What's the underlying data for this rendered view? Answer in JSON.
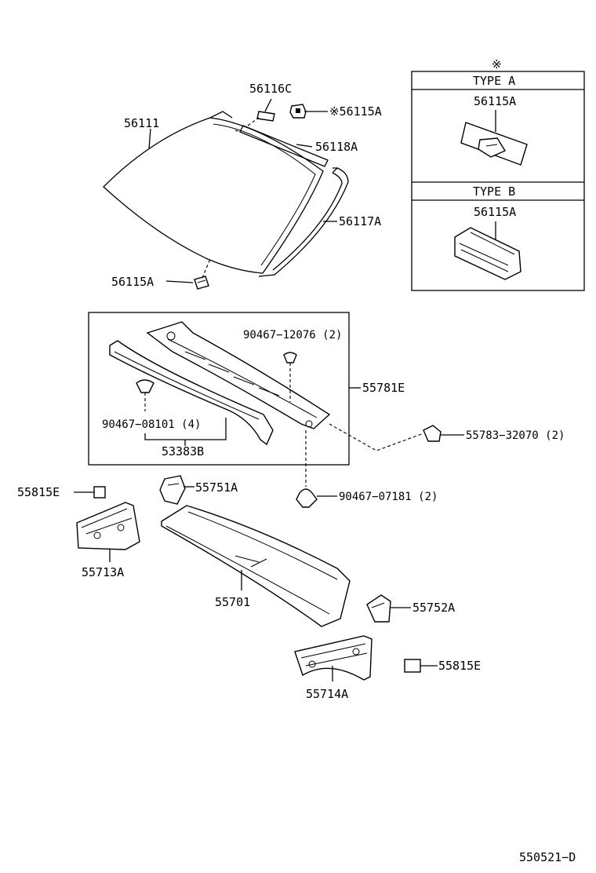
{
  "diagram": {
    "labels": {
      "p56116C": "56116C",
      "p56115A_top": "※56115A",
      "p56111": "56111",
      "p56118A": "56118A",
      "p56117A": "56117A",
      "p56115A_bottom": "56115A",
      "p90467_12076": "90467−12076 (2)",
      "p55781E": "55781E",
      "p90467_08101": "90467−08101 (4)",
      "p53383B": "53383B",
      "p55783_32070": "55783−32070 (2)",
      "p55815E_left": "55815E",
      "p55751A": "55751A",
      "p90467_07181": "90467−07181 (2)",
      "p55713A": "55713A",
      "p55701": "55701",
      "p55752A": "55752A",
      "p55815E_right": "55815E",
      "p55714A": "55714A"
    },
    "inset": {
      "mark": "※",
      "type_a_title": "TYPE  A",
      "type_a_part": "56115A",
      "type_b_title": "TYPE  B",
      "type_b_part": "56115A"
    },
    "footer_code": "550521−D"
  }
}
